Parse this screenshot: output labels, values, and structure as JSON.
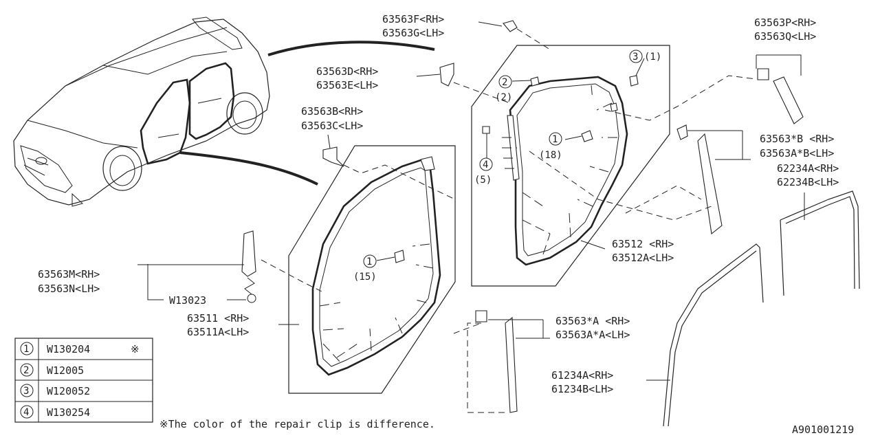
{
  "labels": {
    "p63563F": "63563F<RH>",
    "p63563G": "63563G<LH>",
    "p63563P": "63563P<RH>",
    "p63563Q": "63563Q<LH>",
    "p63563D": "63563D<RH>",
    "p63563E": "63563E<LH>",
    "p63563B": "63563B<RH>",
    "p63563C": "63563C<LH>",
    "p63563starB": "63563*B <RH>",
    "p63563AstarB": "63563A*B<LH>",
    "p62234A": "62234A<RH>",
    "p62234B": "62234B<LH>",
    "p63512": "63512 <RH>",
    "p63512A": "63512A<LH>",
    "p63563M": "63563M<RH>",
    "p63563N": "63563N<LH>",
    "pW13023": "W13023",
    "p63511": "63511 <RH>",
    "p63511A": "63511A<LH>",
    "p63563starA": "63563*A <RH>",
    "p63563AstarA": "63563A*A<LH>",
    "p61234A": "61234A<RH>",
    "p61234B": "61234B<LH>"
  },
  "callouts": {
    "c3_num": "3",
    "c3_qty": "(1)",
    "c2_num": "2",
    "c2_qty": "(2)",
    "c1r_num": "1",
    "c1r_qty": "(18)",
    "c4_num": "4",
    "c4_qty": "(5)",
    "c1f_num": "1",
    "c1f_qty": "(15)"
  },
  "legend": [
    {
      "num": "1",
      "part": "W130204",
      "mark": "※"
    },
    {
      "num": "2",
      "part": "W12005",
      "mark": ""
    },
    {
      "num": "3",
      "part": "W120052",
      "mark": ""
    },
    {
      "num": "4",
      "part": "W130254",
      "mark": ""
    }
  ],
  "note": "※The color of the repair clip is difference.",
  "diagram_code": "A901001219"
}
